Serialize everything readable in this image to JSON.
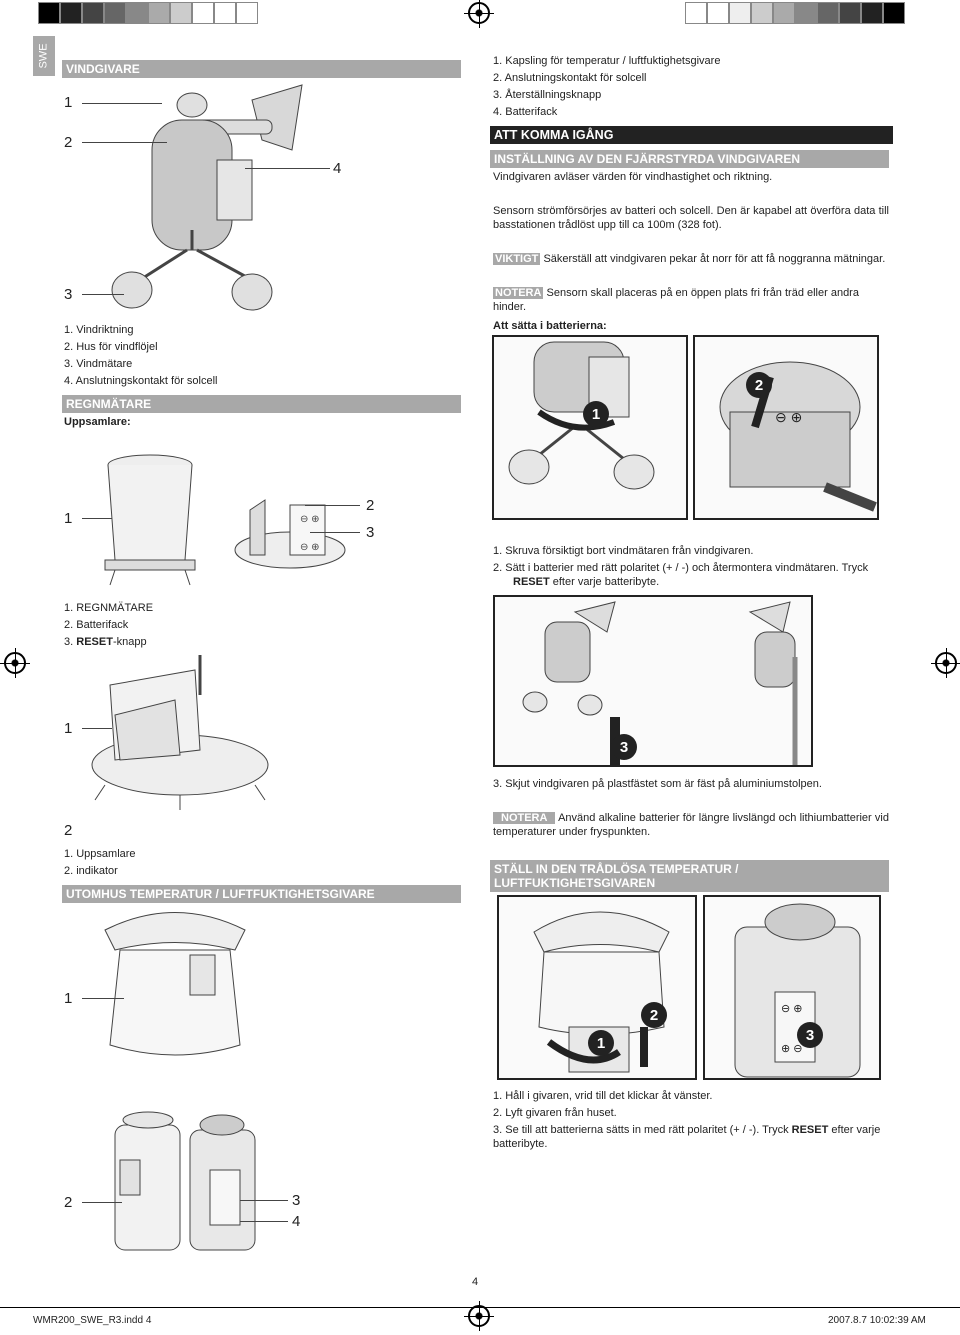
{
  "side_tab": "SWE",
  "wind": {
    "title": "VINDGIVARE",
    "callouts": [
      "1",
      "2",
      "3",
      "4"
    ],
    "list": [
      "1.  Vindriktning",
      "2.  Hus för vindflöjel",
      "3.  Vindmätare",
      "4.  Anslutningskontakt för solcell"
    ]
  },
  "rain": {
    "title": "REGNMÄTARE",
    "sub": "Uppsamlare:",
    "callouts_a": [
      "1",
      "2",
      "3"
    ],
    "list_a": [
      "1.  REGNMÄTARE",
      "2.  Batterifack",
      "3."
    ],
    "reset_word": "RESET",
    "reset_suffix": "-knapp",
    "callouts_b": [
      "1",
      "2"
    ],
    "list_b": [
      "1.  Uppsamlare",
      "2.  indikator"
    ]
  },
  "outdoor": {
    "title": "UTOMHUS TEMPERATUR / LUFTFUKTIGHETSGIVARE",
    "callouts": [
      "1",
      "2",
      "3",
      "4"
    ]
  },
  "right": {
    "top_list": [
      "1.  Kapsling för temperatur / luftfuktighetsgivare",
      "2.  Anslutningskontakt för solcell",
      "3.  Återställningsknapp",
      "4.  Batterifack"
    ],
    "start_title": "ATT KOMMA IGÅNG",
    "setup_title": "INSTÄLLNING AV DEN FJÄRRSTYRDA VINDGIVAREN",
    "p1": "Vindgivaren avläser värden för vindhastighet och riktning.",
    "p2": "Sensorn strömförsörjes av batteri och solcell.  Den är kapabel att överföra data till basstationen trådlöst upp till ca 100m (328 fot).",
    "important_tag": "VIKTIGT",
    "important_text": " Säkerställ att vindgivaren pekar åt norr för att få noggranna mätningar.",
    "note_tag": "NOTERA",
    "note_text": " Sensorn skall placeras på en öppen plats fri från träd eller andra hinder.",
    "battery_title": "Att sätta i batterierna:",
    "fig_badges": [
      "1",
      "2",
      "3"
    ],
    "steps_a1": "1.  Skruva försiktigt bort vindmätaren från vindgivaren.",
    "steps_a2": "2.  Sätt i batterier med rätt polaritet (+ / -) och återmontera vindmätaren.  Tryck",
    "steps_a2b": "efter varje batteribyte.",
    "step3": "3.  Skjut vindgivaren på plastfästet som är fäst på aluminiumstolpen.",
    "note2_tag": "NOTERA",
    "note2_text": "  Använd alkaline batterier för längre livslängd och lithiumbatterier vid temperaturer under fryspunkten.",
    "thermo_title": "STÄLL IN DEN TRÅDLÖSA TEMPERATUR / LUFTFUKTIGHETSGIVAREN",
    "thermo_badges": [
      "1",
      "2",
      "3"
    ],
    "thermo_s1": "1.  Håll i givaren, vrid till det klickar åt vänster.",
    "thermo_s2": "2.  Lyft givaren från huset.",
    "thermo_s3a": "3.  Se till att batterierna sätts in med rätt polaritet (+ / -).  Tryck",
    "thermo_s3b": "efter varje batteribyte."
  },
  "page_number": "4",
  "footer": {
    "file": "WMR200_SWE_R3.indd   4",
    "date": "2007.8.7   10:02:39 AM"
  },
  "colors": {
    "section_bar": "#a8a8a8",
    "dark_bar": "#222222"
  }
}
